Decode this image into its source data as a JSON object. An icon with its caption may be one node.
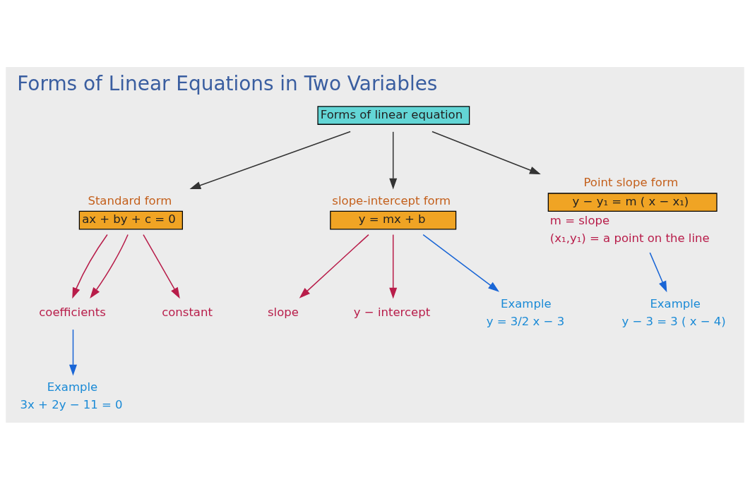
{
  "diagram": {
    "title": "Forms of Linear Equations in Two Variables",
    "nodes": [
      {
        "text": [
          "Forms of linear equation"
        ]
      },
      {
        "text": [
          "Standard form",
          "ax + by + c = 0"
        ]
      },
      {
        "text": [
          "slope-intercept form",
          "y = mx + b"
        ]
      },
      {
        "text": [
          "Point slope form",
          "y − y₁ = m ( x − x₁)"
        ],
        "beside": [
          "m = slope",
          "(x₁,y₁) = a point on the line"
        ]
      },
      {
        "text": [
          "coefficients"
        ]
      },
      {
        "text": [
          "constant"
        ]
      },
      {
        "text": [
          "slope"
        ]
      },
      {
        "text": [
          "y − intercept"
        ]
      },
      {
        "text": [
          "Example",
          "3x + 2y − 11 = 0"
        ]
      },
      {
        "text": [
          "Example",
          "y = 3/2 x − 3"
        ]
      },
      {
        "text": [
          "Example",
          "y − 3 = 3 ( x − 4)"
        ]
      }
    ],
    "edges": [
      {
        "from": 0,
        "to": 1,
        "arrow": "to",
        "color": "#333333"
      },
      {
        "from": 0,
        "to": 2,
        "arrow": "to",
        "color": "#333333"
      },
      {
        "from": 0,
        "to": 3,
        "arrow": "to",
        "color": "#333333"
      },
      {
        "from": 1,
        "to": 4,
        "arrow": "to"
      },
      {
        "from": 1,
        "to": 4,
        "arrow": "to"
      },
      {
        "from": 1,
        "to": 5,
        "arrow": "to"
      },
      {
        "from": 2,
        "to": 6,
        "arrow": "to"
      },
      {
        "from": 2,
        "to": 7,
        "arrow": "to"
      },
      {
        "from": 4,
        "to": 8,
        "arrow": "to",
        "color": "#1a66d6"
      },
      {
        "from": 2,
        "to": 9,
        "arrow": "to",
        "color": "#1a66d6"
      },
      {
        "from": 3,
        "to": 10,
        "arrow": "to",
        "color": "#1a66d6"
      }
    ]
  }
}
